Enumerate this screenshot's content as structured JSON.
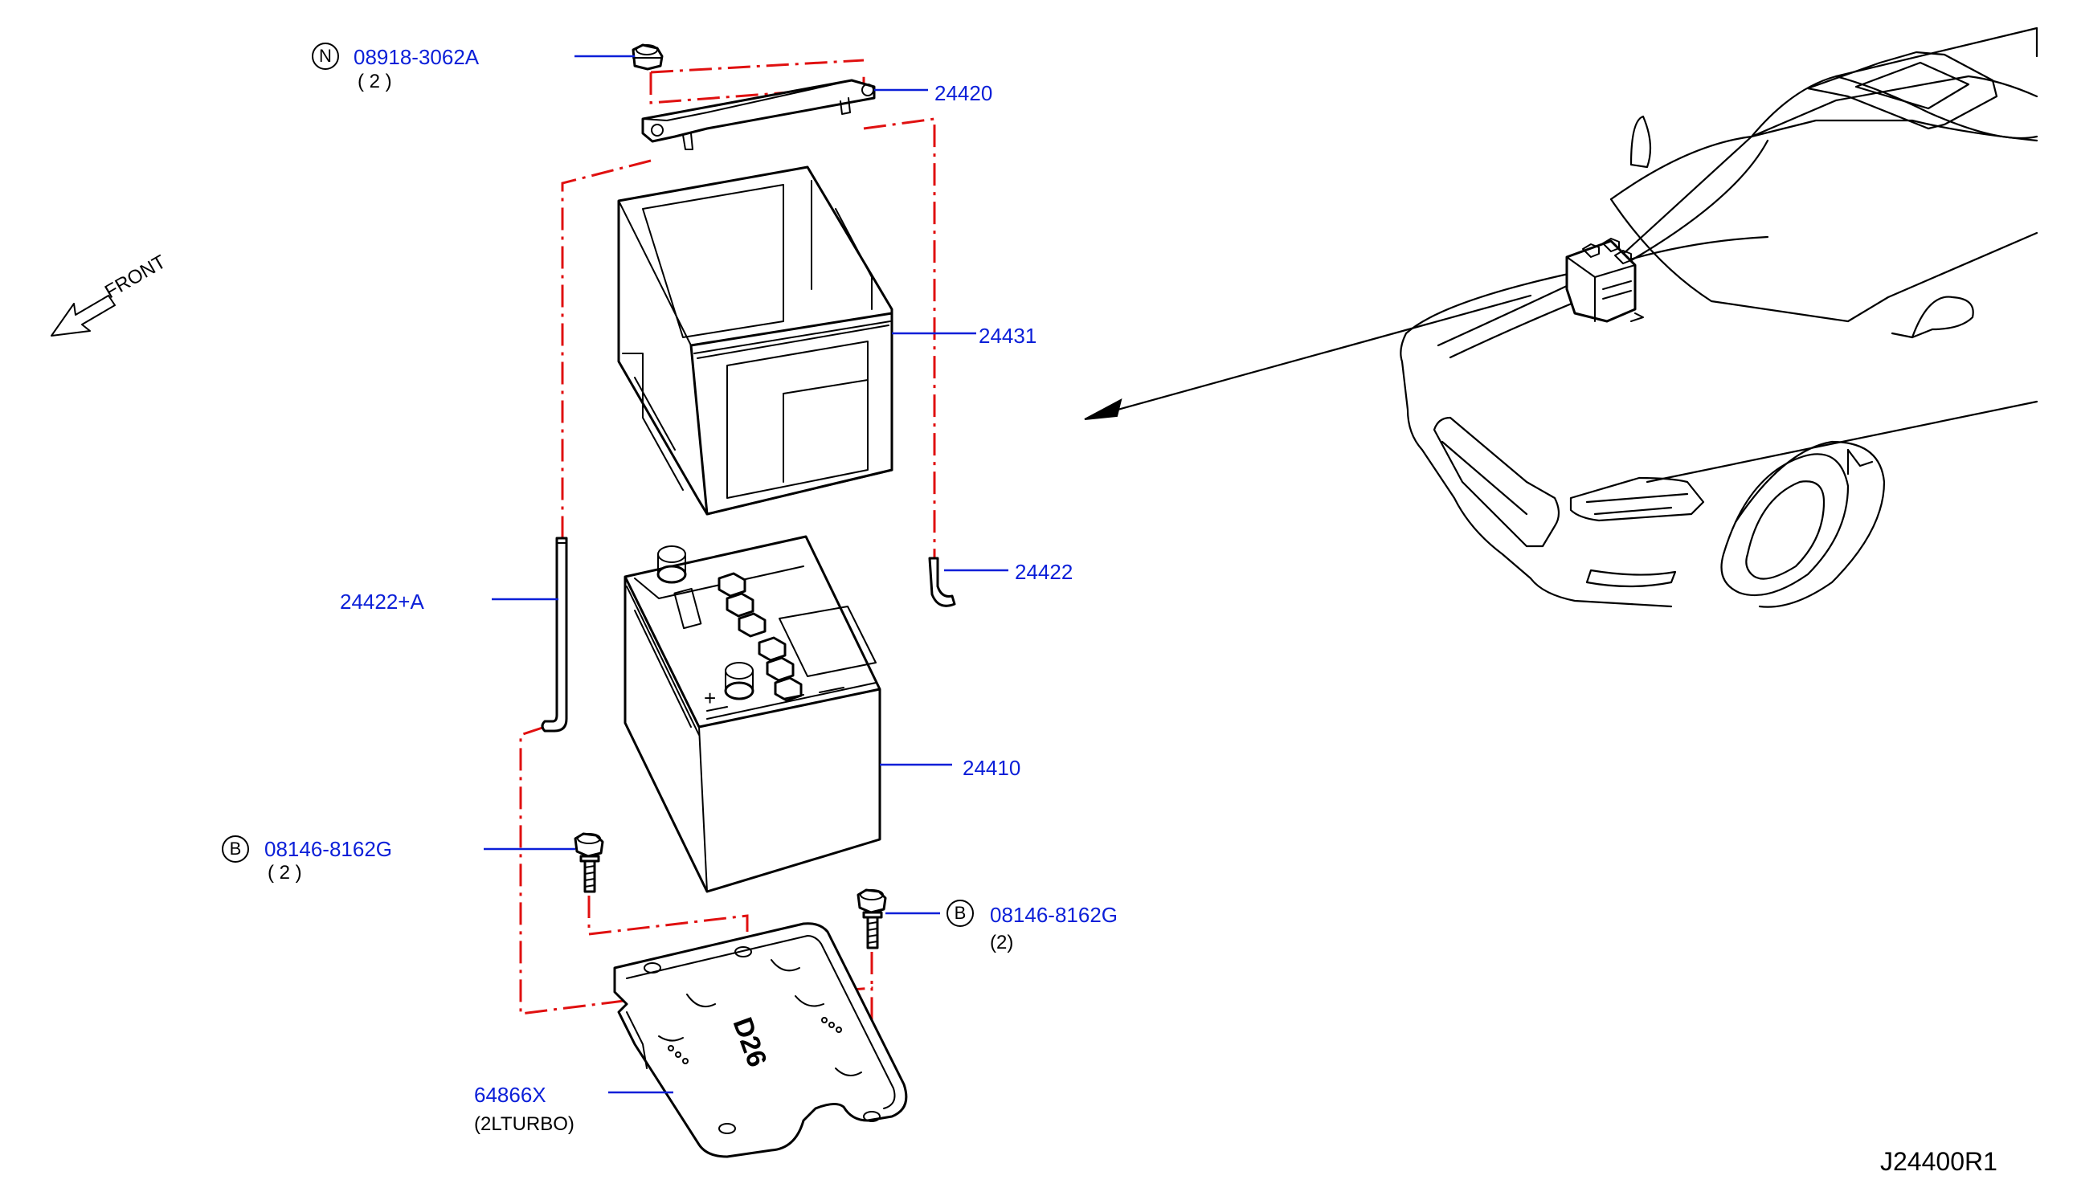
{
  "diagram": {
    "reference_code": "J24400R1",
    "front_indicator": "FRONT",
    "parts": [
      {
        "id": "nut",
        "part_number": "08918-3062A",
        "prefix_code": "N",
        "quantity": "( 2 )"
      },
      {
        "id": "frame",
        "part_number": "24420"
      },
      {
        "id": "cover",
        "part_number": "24431"
      },
      {
        "id": "rod-left",
        "part_number": "24422+A"
      },
      {
        "id": "rod-right",
        "part_number": "24422"
      },
      {
        "id": "battery",
        "part_number": "24410"
      },
      {
        "id": "bolt-left",
        "part_number": "08146-8162G",
        "prefix_code": "B",
        "quantity": "( 2 )"
      },
      {
        "id": "bolt-right",
        "part_number": "08146-8162G",
        "prefix_code": "B",
        "quantity": "(2)"
      },
      {
        "id": "tray",
        "part_number": "64866X",
        "note": "(2LTURBO)"
      }
    ],
    "tray_marking": "D26",
    "battery_mark": "+"
  },
  "colors": {
    "label": "#0b1fd8",
    "leader": "#0b1fd8",
    "assembly_line": "#e01010",
    "linework": "#000000"
  }
}
